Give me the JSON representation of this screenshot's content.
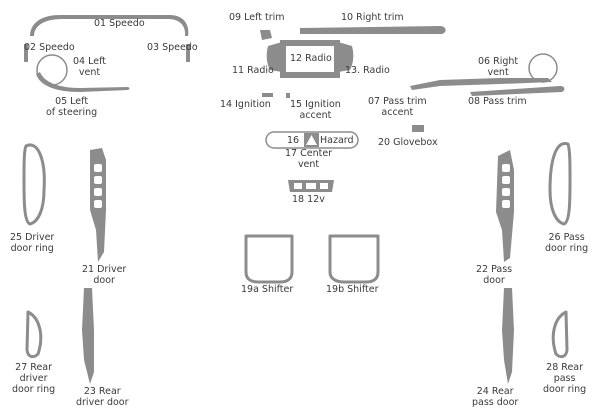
{
  "colors": {
    "fill": "#8c8c8c",
    "stroke": "#7d7d7d",
    "background": "#ffffff",
    "text": "#3a3a3a"
  },
  "parts": {
    "p01": "01 Speedo",
    "p02": "02 Speedo",
    "p03": "03 Speedo",
    "p04": "04 Left\nvent",
    "p05": "05 Left\nof steering",
    "p06": "06 Right\nvent",
    "p07": "07 Pass trim\naccent",
    "p08": "08 Pass trim",
    "p09": "09 Left trim",
    "p10": "10 Right trim",
    "p11": "11 Radio",
    "p12": "12 Radio",
    "p13": "13. Radio",
    "p14": "14 Ignition",
    "p15": "15 Ignition\naccent",
    "p16_num": "16",
    "p16_name": "Hazard",
    "p17": "17 Center\nvent",
    "p18": "18 12v",
    "p19a": "19a Shifter",
    "p19b": "19b Shifter",
    "p20": "20 Glovebox",
    "p21": "21 Driver\ndoor",
    "p22": "22 Pass\ndoor",
    "p23": "23 Rear\ndriver door",
    "p24": "24 Rear\npass door",
    "p25": "25 Driver\ndoor ring",
    "p26": "26 Pass\ndoor ring",
    "p27": "27 Rear\ndriver\ndoor ring",
    "p28": "28 Rear\npass\ndoor ring"
  }
}
